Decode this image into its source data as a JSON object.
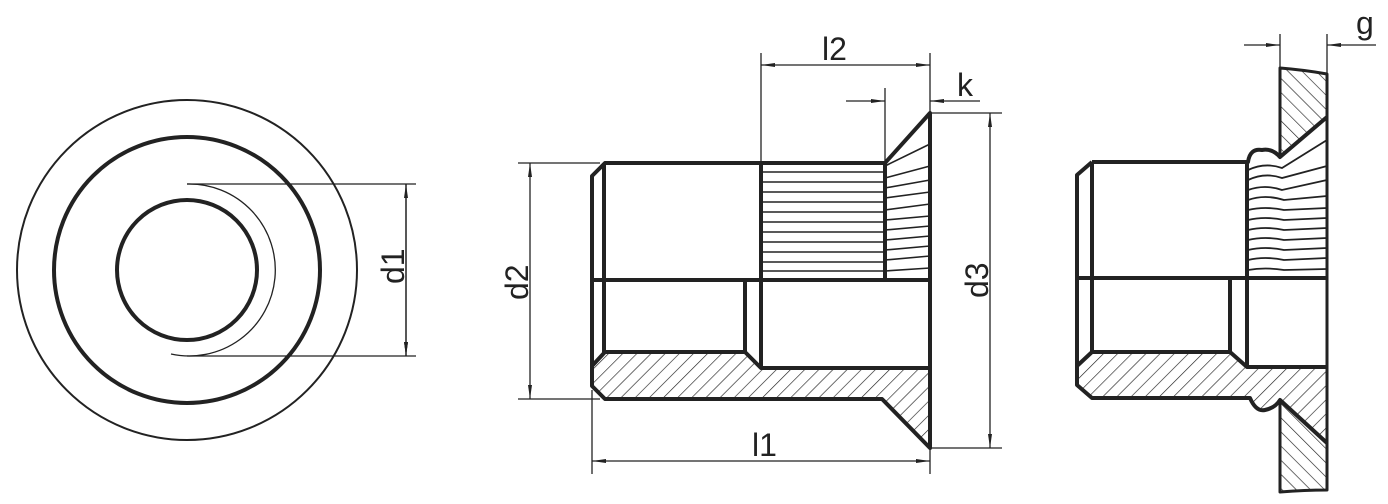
{
  "drawing": {
    "title": "Rivet nut with countersunk head - technical drawing",
    "colors": {
      "line": "#222222",
      "background": "#ffffff"
    },
    "dimensions": {
      "d1": "d1",
      "d2": "d2",
      "d3": "d3",
      "l1": "l1",
      "l2": "l2",
      "k": "k",
      "g": "g"
    }
  }
}
